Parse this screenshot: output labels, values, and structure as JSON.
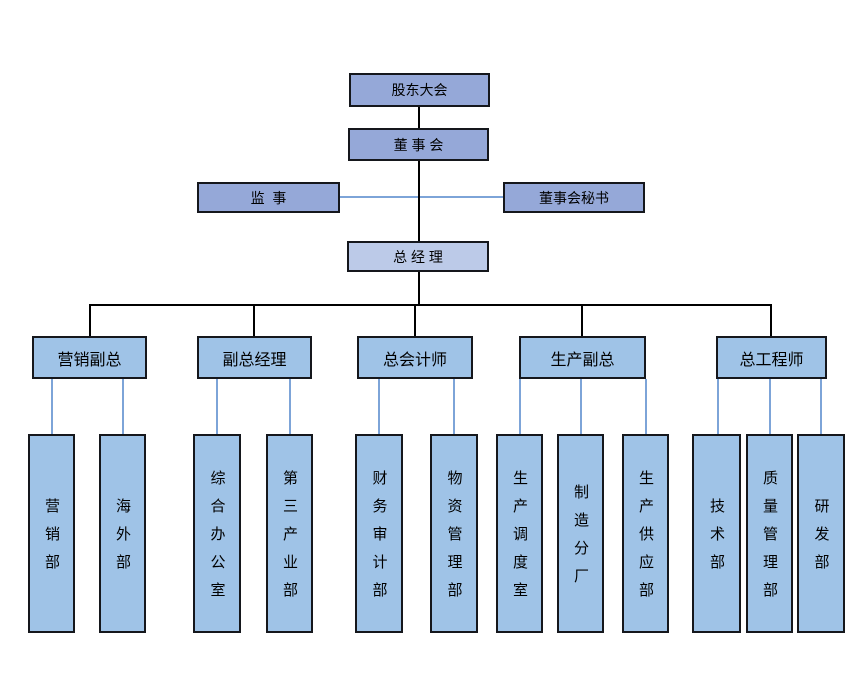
{
  "colors": {
    "node_fill_periwinkle": "#95a8d8",
    "node_fill_light_blue": "#bccae8",
    "node_fill_sky_blue": "#9fc3e7",
    "connector_blue": "#7da4d8",
    "connector_black": "#000000",
    "node_border": "#15171c"
  },
  "nodes": {
    "shareholders_meeting": {
      "label": "股东大会"
    },
    "board_of_directors": {
      "label": "董 事 会"
    },
    "supervisor": {
      "label": "监  事"
    },
    "board_secretary": {
      "label": "董事会秘书"
    },
    "general_manager": {
      "label": "总 经 理"
    }
  },
  "managers": [
    {
      "label": "营销副总"
    },
    {
      "label": "副总经理"
    },
    {
      "label": "总会计师"
    },
    {
      "label": "生产副总"
    },
    {
      "label": "总工程师"
    }
  ],
  "departments": [
    {
      "label": "营销部",
      "reports_to": "营销副总"
    },
    {
      "label": "海外部",
      "reports_to": "营销副总"
    },
    {
      "label": "综合办公室",
      "reports_to": "副总经理"
    },
    {
      "label": "第三产业部",
      "reports_to": "副总经理"
    },
    {
      "label": "财务审计部",
      "reports_to": "总会计师"
    },
    {
      "label": "物资管理部",
      "reports_to": "总会计师"
    },
    {
      "label": "生产调度室",
      "reports_to": "生产副总"
    },
    {
      "label": "制造分厂",
      "reports_to": "生产副总"
    },
    {
      "label": "生产供应部",
      "reports_to": "生产副总"
    },
    {
      "label": "技术部",
      "reports_to": "总工程师"
    },
    {
      "label": "质量管理部",
      "reports_to": "总工程师"
    },
    {
      "label": "研发部",
      "reports_to": "总工程师"
    }
  ]
}
